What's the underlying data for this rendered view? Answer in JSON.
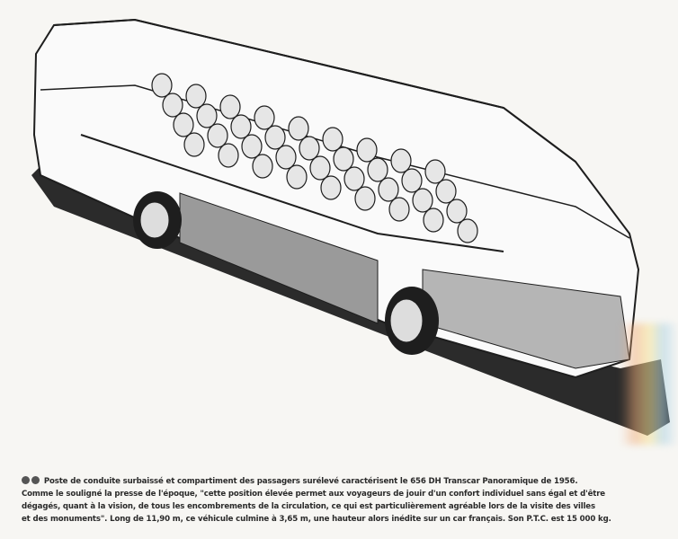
{
  "caption": {
    "badges": [
      "figure-ref-1",
      "figure-ref-2"
    ],
    "lines": [
      "Poste de conduite surbaissé et compartiment des passagers surélevé caractérisent le 656 DH Transcar Panoramique de 1956.",
      "Comme le souligné la presse de l'époque, \"cette position élevée permet aux voyageurs de jouir d'un confort individuel sans égal et d'être",
      "dégagés, quant à la vision, de tous les encombrements de la circulation, ce qui est particulièrement agréable lors de la visite des villes",
      "et des monuments\". Long de 11,90 m, ce véhicule culmine à 3,65 m, une hauteur alors inédite sur un car français. Son P.T.C. est 15 000 kg."
    ]
  },
  "colors": {
    "ink": "#1e1e1e",
    "paper": "#f7f6f3",
    "shadow": "#2b2b2b"
  }
}
